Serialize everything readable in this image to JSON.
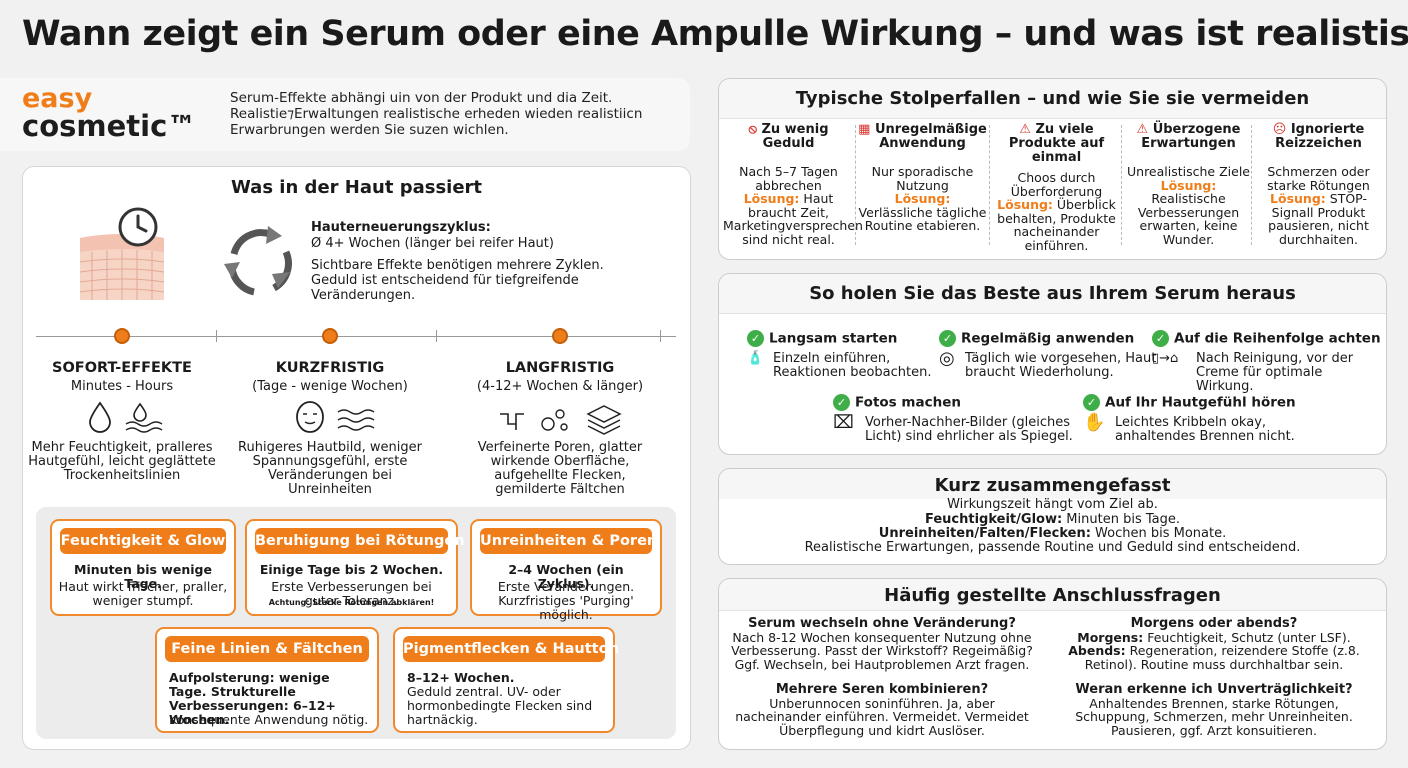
{
  "title": "Wann zeigt ein Serum oder eine Ampulle Wirkung – und was ist realistisch?",
  "brand": {
    "line1": "easy",
    "line2": "cosmetic™"
  },
  "intro": "Serum-Effekte abhängi uin von der Produkt und dia Zeit. Realistie⁊Erwaltungen realistische erheden wieden realistiicn Erwarbrungen werden Sie suzen wichlen.",
  "skin": {
    "title": "Was in der Haut passiert",
    "cycle_title": "Hauterneuerungszyklus:",
    "cycle_value": "Ø 4+ Wochen (länger bei reifer Haut)",
    "cycle_text": "Sichtbare Effekte benötigen mehrere Zyklen. Geduld ist entscheidend für tiefgreifende Veränderungen.",
    "phases": [
      {
        "title": "SOFORT-EFFEKTE",
        "sub": "Minutes - Hours",
        "desc": "Mehr Feuchtigkeit, pralleres Hautgefühl, leicht geglättete Trockenheitslinien"
      },
      {
        "title": "KURZFRISTIG",
        "sub": "(Tage - wenige Wochen)",
        "desc": "Ruhigeres Hautbild, weniger Spannungsgefühl, erste Veränderungen bei Unreinheiten"
      },
      {
        "title": "LANGFRISTIG",
        "sub": "(4-12+ Wochen & länger)",
        "desc": "Verfeinerte Poren, glatter wirkende Oberfläche, aufgehellte Flecken, gemilderte Fältchen"
      }
    ],
    "boxes": [
      {
        "title": "Feuchtigkeit & Glow",
        "bold": "Minuten bis wenige Tage.",
        "text": "Haut wirkt frischer, praller, weniger stumpf."
      },
      {
        "title": "Beruhigung bei Rötungen",
        "bold": "Einige Tage bis 2 Wochen.",
        "text": "Erste Verbesserungen bei guter Toleranz.",
        "note": "Achtung: Starke Rötungen abklären!"
      },
      {
        "title": "Unreinheiten & Poren",
        "bold": "2–4 Wochen (ein Zyklus).",
        "text": "Erste Veränderungen. Kurzfristiges 'Purging' möglich."
      },
      {
        "title": "Feine Linien & Fältchen",
        "bold": "Aufpolsterung: wenige Tage. Strukturelle Verbesserungen: 6–12+ Wochen.",
        "text": "Konsequente Anwendung nötig."
      },
      {
        "title": "Pigmentflecken & Hautton",
        "bold": "8–12+ Wochen.",
        "text": "Geduld zentral. UV- oder hormonbedingte Flecken sind hartnäckig."
      }
    ]
  },
  "pitfalls": {
    "title": "Typische Stolperfallen – und wie Sie sie vermeiden",
    "solution_label": "Lösung:",
    "items": [
      {
        "title": "Zu wenig Geduld",
        "problem": "Nach 5–7 Tagen abbrechen",
        "solution": "Haut braucht Zeit, Marketingversprechen sind nicht real."
      },
      {
        "title": "Unregelmäßige Anwendung",
        "problem": "Nur sporadische Nutzung",
        "solution": "Verlässliche tägliche Routine etabieren."
      },
      {
        "title": "Zu viele Produkte auf einmal",
        "problem": "Choos durch Überforderung",
        "solution": "Überblick behalten, Produkte nacheinander einführen."
      },
      {
        "title": "Überzogene Erwartungen",
        "problem": "Unrealistische Ziele",
        "solution": "Realistische Verbesserungen erwarten, keine Wunder."
      },
      {
        "title": "Ignorierte Reizzeichen",
        "problem": "Schmerzen oder starke Rötungen",
        "solution": "STOP-Signall Produkt pausieren, nicht durchhaiten."
      }
    ]
  },
  "tips": {
    "title": "So holen Sie das Beste aus Ihrem Serum heraus",
    "items": [
      {
        "title": "Langsam starten",
        "text": "Einzeln einführen, Reaktionen beobachten."
      },
      {
        "title": "Regelmäßig anwenden",
        "text": "Täglich wie vorgesehen, Haut braucht Wiederholung."
      },
      {
        "title": "Auf die Reihenfolge achten",
        "text": "Nach Reinigung, vor der Creme für optimale Wirkung."
      },
      {
        "title": "Fotos machen",
        "text": "Vorher-Nachher-Bilder (gleiches Licht) sind ehrlicher als Spiegel."
      },
      {
        "title": "Auf Ihr Hautgefühl hören",
        "text": "Leichtes Kribbeln okay, anhaltendes Brennen nicht."
      }
    ]
  },
  "summary": {
    "title": "Kurz zusammengefasst",
    "line1": "Wirkungszeit hängt vom Ziel ab.",
    "l2_bold": "Feuchtigkeit/Glow:",
    "l2_text": " Minuten bis Tage.",
    "l3_bold": "Unreinheiten/Falten/Flecken:",
    "l3_text": " Wochen bis Monate.",
    "line4": "Realistische Erwartungen, passende Routine und Geduld sind entscheidend."
  },
  "faq": {
    "title": "Häufig gestellte Anschlussfragen",
    "q1": "Serum wechseln ohne Veränderung?",
    "a1": "Nach 8-12 Wochen konsequenter Nutzung ohne Verbesserung. Passt der Wirkstoff? Regeimäßig? Ggf. Wechseln, bei Hautproblemen Arzt fragen.",
    "q2": "Morgens oder abends?",
    "a2_b1": "Morgens:",
    "a2_t1": " Feuchtigkeit, Schutz (unter LSF).",
    "a2_b2": "Abends:",
    "a2_t2": " Regeneration, reizendere Stoffe (z.8. Retinol). Routine muss durchhaltbar sein.",
    "q3": "Mehrere Seren kombinieren?",
    "a3": "Unberunnocen soninführen. Ja, aber nacheinander einführen. Vermeidet. Vermeidet Überpflegung und kidrt Auslöser.",
    "q4": "Weran erkenne ich Unverträglichkeit?",
    "a4": "Anhaltendes Brennen, starke Rötungen, Schuppung, Schmerzen, mehr Unreinheiten. Pausieren, ggf. Arzt konsuitieren."
  },
  "colors": {
    "accent": "#ef7d1a",
    "check": "#3fae49",
    "warn": "#d9342b"
  }
}
